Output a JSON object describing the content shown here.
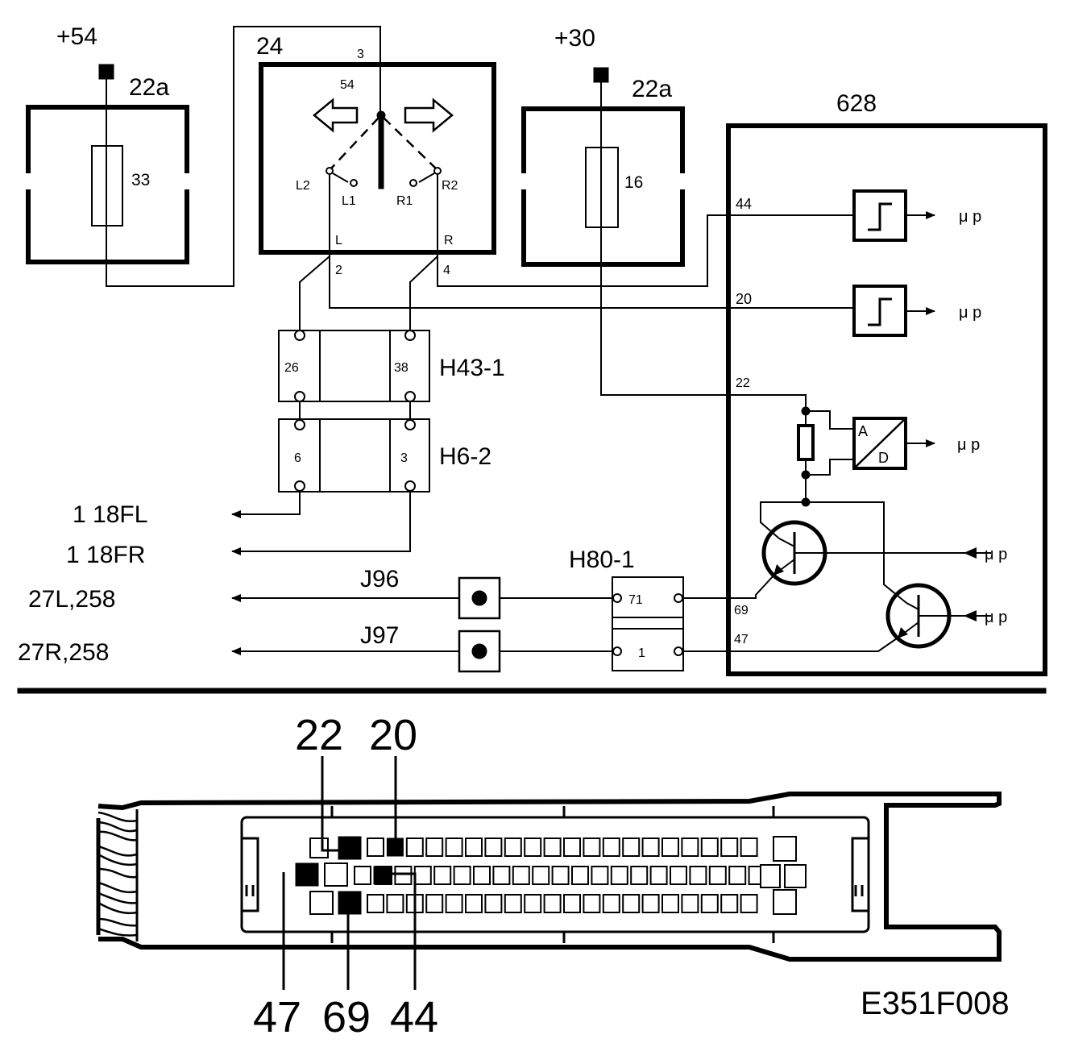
{
  "supply": {
    "plus54": "+54",
    "plus30": "+30"
  },
  "fuse_left": {
    "label": "22a",
    "number": "33"
  },
  "fuse_right": {
    "label": "22a",
    "number": "16"
  },
  "flasher": {
    "label": "24",
    "pin_top": "3",
    "pin_54": "54",
    "pin_l2": "L2",
    "pin_l1": "L1",
    "pin_r1": "R1",
    "pin_r2": "R2",
    "pin_l": "L",
    "pin_r": "R",
    "pin_2": "2",
    "pin_4": "4"
  },
  "module": {
    "label": "628",
    "pin_44": "44",
    "pin_20": "20",
    "pin_22": "22",
    "pin_69": "69",
    "pin_47": "47",
    "mu_p": "μ p",
    "adc_a": "A",
    "adc_d": "D"
  },
  "connectors": {
    "h43": {
      "label": "H43-1",
      "left_pin": "26",
      "right_pin": "38"
    },
    "h6": {
      "label": "H6-2",
      "left_pin": "6",
      "right_pin": "3"
    },
    "h80": {
      "label": "H80-1",
      "top_pin": "71",
      "bottom_pin": "1"
    }
  },
  "junctions": {
    "j96": "J96",
    "j97": "J97"
  },
  "outputs": {
    "fl": "1 18FL",
    "fr": "1 18FR",
    "l258": "27L,258",
    "r258": "27R,258"
  },
  "connector_pins": {
    "p22": "22",
    "p20": "20",
    "p47": "47",
    "p69": "69",
    "p44": "44"
  },
  "figure_code": "E351F008"
}
